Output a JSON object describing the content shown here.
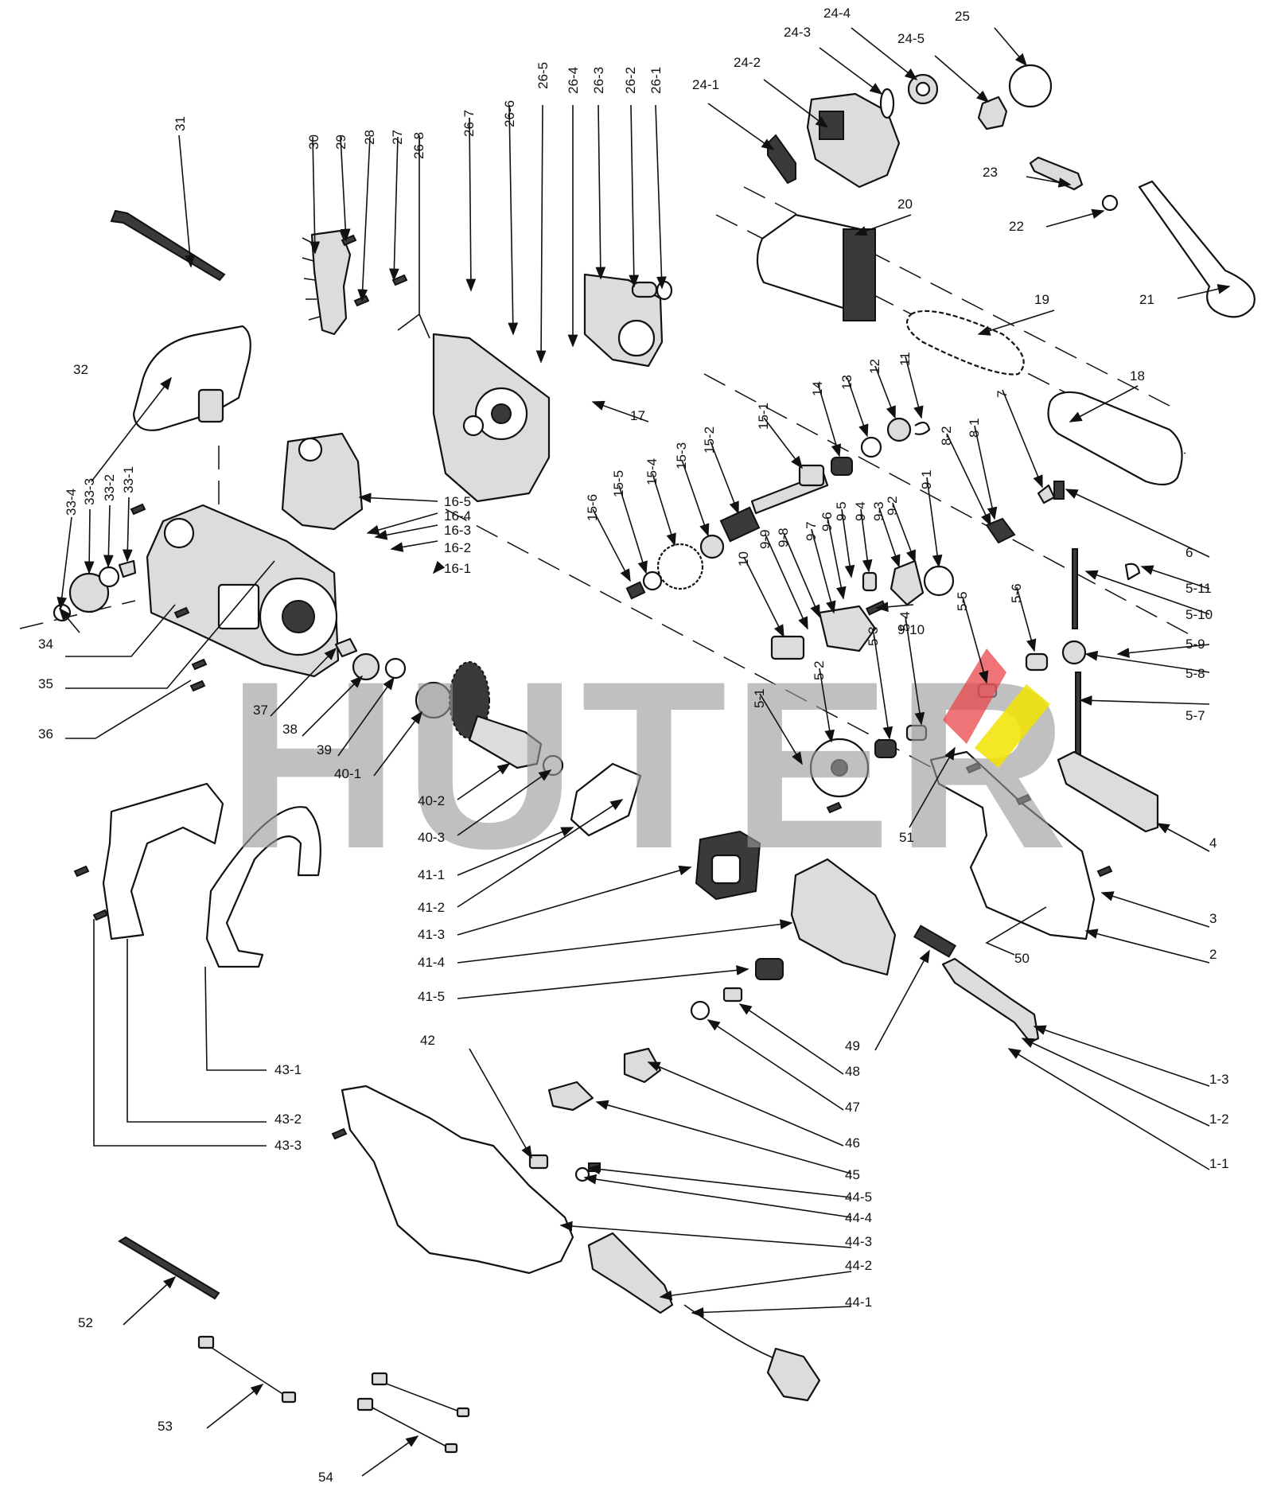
{
  "watermark": {
    "brand": "HUTER",
    "colors": {
      "gray": "#9a9a9a",
      "red": "#e8454b",
      "yellow": "#f2e300"
    }
  },
  "callouts": {
    "1-1": "1-1",
    "1-2": "1-2",
    "1-3": "1-3",
    "2": "2",
    "3": "3",
    "4": "4",
    "5-1": "5-1",
    "5-2": "5-2",
    "5-3": "5-3",
    "5-4": "5-4",
    "5-5": "5-5",
    "5-6": "5-6",
    "5-7": "5-7",
    "5-8": "5-8",
    "5-9": "5-9",
    "5-10": "5-10",
    "5-11": "5-11",
    "6": "6",
    "7": "7",
    "8-1": "8-1",
    "8-2": "8-2",
    "9-1": "9-1",
    "9-2": "9-2",
    "9-3": "9-3",
    "9-4": "9-4",
    "9-5": "9-5",
    "9-6": "9-6",
    "9-7": "9-7",
    "9-8": "9-8",
    "9-9": "9-9",
    "9-10": "9-10",
    "10": "10",
    "11": "11",
    "12": "12",
    "13": "13",
    "14": "14",
    "15-1": "15-1",
    "15-2": "15-2",
    "15-3": "15-3",
    "15-4": "15-4",
    "15-5": "15-5",
    "15-6": "15-6",
    "16-1": "16-1",
    "16-2": "16-2",
    "16-3": "16-3",
    "16-4": "16-4",
    "16-5": "16-5",
    "17": "17",
    "18": "18",
    "19": "19",
    "20": "20",
    "21": "21",
    "22": "22",
    "23": "23",
    "24-1": "24-1",
    "24-2": "24-2",
    "24-3": "24-3",
    "24-4": "24-4",
    "24-5": "24-5",
    "25": "25",
    "26-1": "26-1",
    "26-2": "26-2",
    "26-3": "26-3",
    "26-4": "26-4",
    "26-5": "26-5",
    "26-6": "26-6",
    "26-7": "26-7",
    "26-8": "26-8",
    "27": "27",
    "28": "28",
    "29": "29",
    "30": "30",
    "31": "31",
    "32": "32",
    "33-1": "33-1",
    "33-2": "33-2",
    "33-3": "33-3",
    "33-4": "33-4",
    "34": "34",
    "35": "35",
    "36": "36",
    "37": "37",
    "38": "38",
    "39": "39",
    "40-1": "40-1",
    "40-2": "40-2",
    "40-3": "40-3",
    "41-1": "41-1",
    "41-2": "41-2",
    "41-3": "41-3",
    "41-4": "41-4",
    "41-5": "41-5",
    "42": "42",
    "43-1": "43-1",
    "43-2": "43-2",
    "43-3": "43-3",
    "44-1": "44-1",
    "44-2": "44-2",
    "44-3": "44-3",
    "44-4": "44-4",
    "44-5": "44-5",
    "45": "45",
    "46": "46",
    "47": "47",
    "48": "48",
    "49": "49",
    "50": "50",
    "51": "51",
    "52": "52",
    "53": "53",
    "54": "54"
  }
}
